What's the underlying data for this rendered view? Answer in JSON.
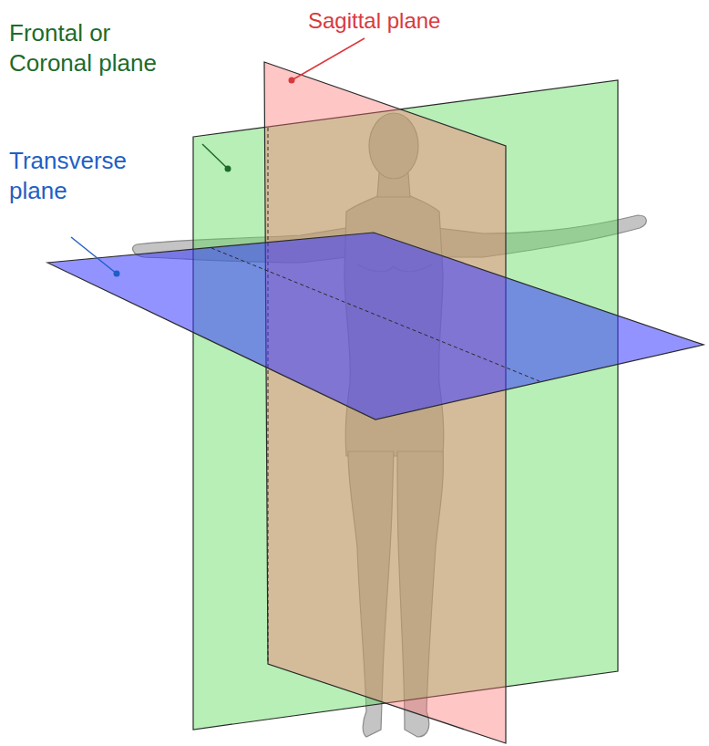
{
  "diagram": {
    "labels": [
      "Sagittal plane",
      "Frontal or Coronal plane",
      "Transverse plane"
    ]
  }
}
